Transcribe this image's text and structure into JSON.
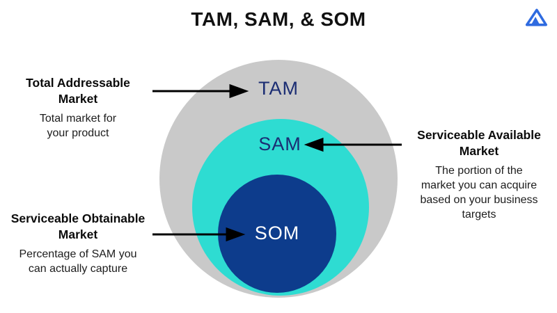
{
  "header": {
    "title": "TAM, SAM, & SOM",
    "logo": "mountain-peaks-logo"
  },
  "diagram": {
    "type": "nested-circles",
    "rings": [
      {
        "id": "tam",
        "label": "TAM",
        "color": "#C9C9C9",
        "label_color": "#1B2D73"
      },
      {
        "id": "sam",
        "label": "SAM",
        "color": "#2EDCD2",
        "label_color": "#1B2D73"
      },
      {
        "id": "som",
        "label": "SOM",
        "color": "#0D3C8C",
        "label_color": "#FFFFFF"
      }
    ]
  },
  "annotations": [
    {
      "target": "TAM",
      "heading": "Total Addressable\nMarket",
      "description": "Total market for\nyour product",
      "side": "left",
      "arrow": "points-right"
    },
    {
      "target": "SAM",
      "heading": "Serviceable Available\nMarket",
      "description": "The portion of the\nmarket you can acquire\nbased on your business\ntargets",
      "side": "right",
      "arrow": "points-left"
    },
    {
      "target": "SOM",
      "heading": "Serviceable Obtainable\nMarket",
      "description": "Percentage of SAM you\ncan actually capture",
      "side": "left",
      "arrow": "points-right"
    }
  ],
  "colors": {
    "background": "#FFFFFF",
    "title": "#111111",
    "arrow": "#000000",
    "logo": "#2F6BE0"
  }
}
